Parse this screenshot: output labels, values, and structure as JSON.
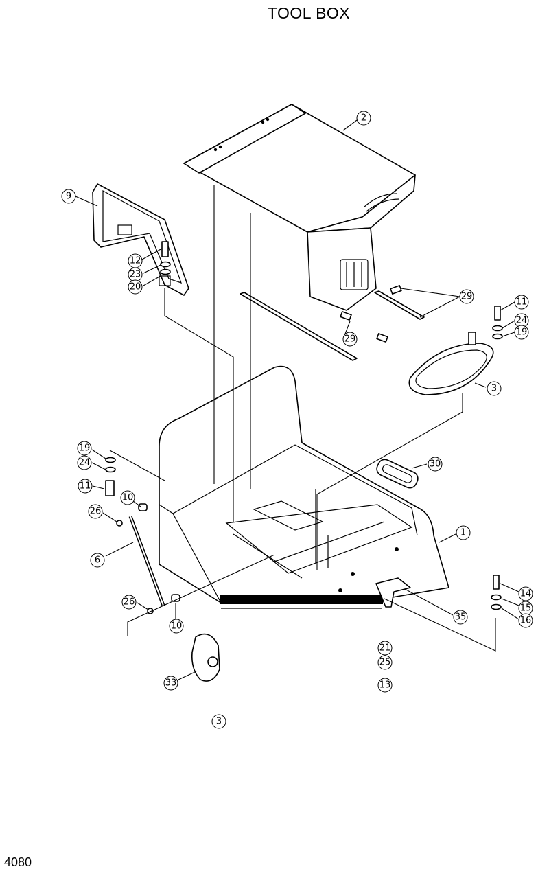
{
  "title": "TOOL BOX",
  "page_number": "4080",
  "callouts": [
    {
      "id": "c2",
      "label": "2"
    },
    {
      "id": "c9",
      "label": "9"
    },
    {
      "id": "c12",
      "label": "12"
    },
    {
      "id": "c23",
      "label": "23"
    },
    {
      "id": "c20",
      "label": "20"
    },
    {
      "id": "c29a",
      "label": "29"
    },
    {
      "id": "c29b",
      "label": "29"
    },
    {
      "id": "c11a",
      "label": "11"
    },
    {
      "id": "c24a",
      "label": "24"
    },
    {
      "id": "c19a",
      "label": "19"
    },
    {
      "id": "c3a",
      "label": "3"
    },
    {
      "id": "c30",
      "label": "30"
    },
    {
      "id": "c19b",
      "label": "19"
    },
    {
      "id": "c24b",
      "label": "24"
    },
    {
      "id": "c11b",
      "label": "11"
    },
    {
      "id": "c10a",
      "label": "10"
    },
    {
      "id": "c26a",
      "label": "26"
    },
    {
      "id": "c1",
      "label": "1"
    },
    {
      "id": "c6",
      "label": "6"
    },
    {
      "id": "c14",
      "label": "14"
    },
    {
      "id": "c15",
      "label": "15"
    },
    {
      "id": "c16",
      "label": "16"
    },
    {
      "id": "c35",
      "label": "35"
    },
    {
      "id": "c26b",
      "label": "26"
    },
    {
      "id": "c10b",
      "label": "10"
    },
    {
      "id": "c21",
      "label": "21"
    },
    {
      "id": "c25",
      "label": "25"
    },
    {
      "id": "c13",
      "label": "13"
    },
    {
      "id": "c33",
      "label": "33"
    },
    {
      "id": "c3b",
      "label": "3"
    }
  ]
}
